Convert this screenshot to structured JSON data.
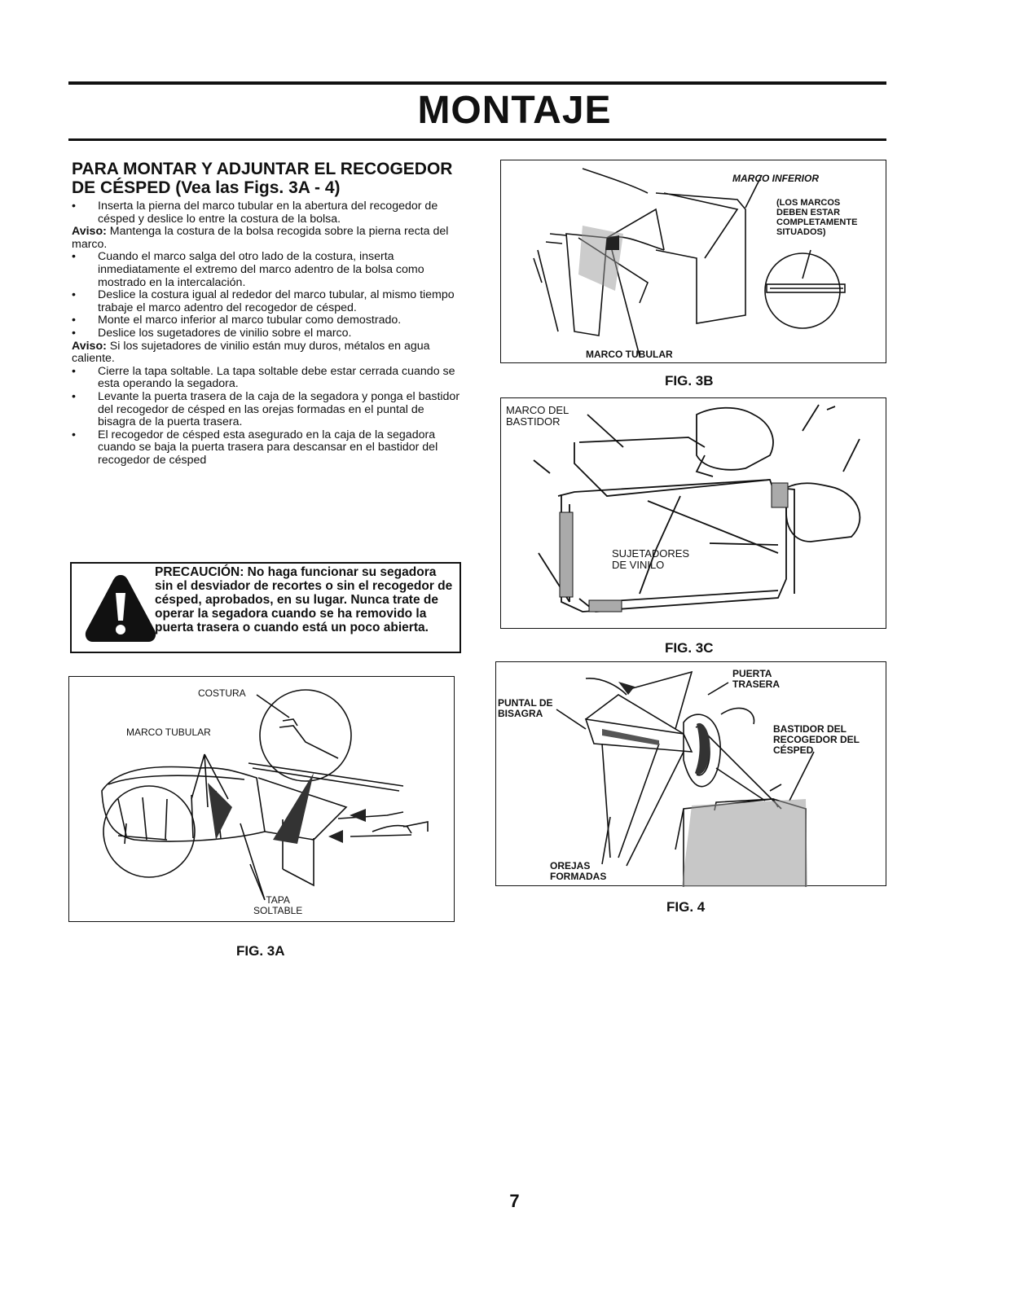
{
  "page": {
    "title": "MONTAJE",
    "page_number": "7"
  },
  "section": {
    "heading_line1": "PARA MONTAR Y ADJUNTAR EL RECOGEDOR",
    "heading_line2": "DE CÉSPED (Vea las Figs. 3A - 4)",
    "steps": [
      "Inserta la pierna del marco tubular en la abertura del recogedor de césped y deslice lo entre la costura de la bolsa.",
      "Cuando el marco salga del otro lado de la costura, inserta inmediatamente el extremo del marco adentro de la bolsa como mostrado en la intercalación.",
      "Deslice la costura igual al rededor del marco tubular, al mismo tiempo trabaje el marco adentro del recogedor de césped.",
      "Monte el marco inferior al marco tubular como demostrado.",
      "Deslice los sugetadores de vinilio sobre el marco.",
      "Cierre la tapa soltable. La tapa soltable debe estar cerrada cuando se esta operando la segadora.",
      "Levante la puerta trasera de la caja de la segadora y ponga el bastidor del recogedor de césped en las orejas formadas en el puntal de bisagra de la puerta trasera.",
      "El recogedor de césped esta asegurado en la caja de la segadora cuando se baja la puerta trasera para descansar en el bastidor del recogedor de césped"
    ],
    "note1_label": "Aviso:",
    "note1_text": "Mantenga la costura de la bolsa recogida sobre la pierna recta del marco.",
    "note2_label": "Aviso:",
    "note2_text": "Si los sujetadores de vinilio están muy duros, métalos en agua caliente."
  },
  "warning": {
    "icon": "warning-triangle-icon",
    "text": "PRECAUCIÓN: No haga funcionar su segadora sin el desviador de recortes o sin el recogedor de césped, aprobados, en su lugar. Nunca trate de operar la segadora cuando se ha removido la puerta trasera o cuando está un poco abierta."
  },
  "figures": {
    "fig3a": {
      "caption": "FIG. 3A",
      "label_costura": "COSTURA",
      "label_marco_tubular": "MARCO TUBULAR",
      "label_tapa_1": "TAPA",
      "label_tapa_2": "SOLTABLE"
    },
    "fig3b": {
      "caption": "FIG. 3B",
      "label_marco_inferior": "MARCO INFERIOR",
      "label_note_1": "(LOS MARCOS",
      "label_note_2": "DEBEN ESTAR",
      "label_note_3": "COMPLETAMENTE",
      "label_note_4": "SITUADOS)",
      "label_marco_tubular": "MARCO TUBULAR"
    },
    "fig3c": {
      "caption": "FIG. 3C",
      "label_marco_1": "MARCO DEL",
      "label_marco_2": "BASTIDOR",
      "label_sujet_1": "SUJETADORES",
      "label_sujet_2": "DE VINILO"
    },
    "fig4": {
      "caption": "FIG. 4",
      "label_puerta_1": "PUERTA",
      "label_puerta_2": "TRASERA",
      "label_puntal_1": "PUNTAL DE",
      "label_puntal_2": "BISAGRA",
      "label_bastidor_1": "BASTIDOR DEL",
      "label_bastidor_2": "RECOGEDOR DEL",
      "label_bastidor_3": "CÉSPED",
      "label_orejas_1": "OREJAS",
      "label_orejas_2": "FORMADAS"
    }
  }
}
